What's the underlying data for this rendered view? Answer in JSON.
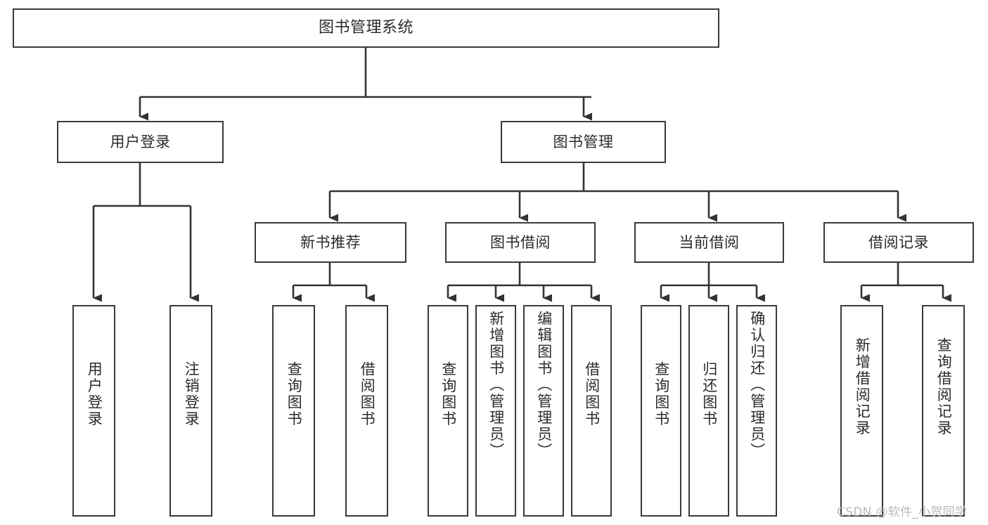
{
  "diagram": {
    "kind": "tree-hierarchy-diagram",
    "root": {
      "id": "root",
      "label": "图书管理系统"
    },
    "level1": [
      {
        "id": "user-login",
        "label": "用户登录"
      },
      {
        "id": "book-manage",
        "label": "图书管理"
      }
    ],
    "level2": [
      {
        "id": "new-book-recommend",
        "label": "新书推荐"
      },
      {
        "id": "book-borrow",
        "label": "图书借阅"
      },
      {
        "id": "current-borrow",
        "label": "当前借阅"
      },
      {
        "id": "borrow-record",
        "label": "借阅记录"
      }
    ],
    "leaves": {
      "user_login": [
        {
          "id": "leaf-user-login",
          "label": "用户登录"
        },
        {
          "id": "leaf-logout-login",
          "label": "注销登录"
        }
      ],
      "new_book_recommend": [
        {
          "id": "leaf-query-book-1",
          "label": "查询图书"
        },
        {
          "id": "leaf-borrow-book-1",
          "label": "借阅图书"
        }
      ],
      "book_borrow": [
        {
          "id": "leaf-query-book-2",
          "label": "查询图书"
        },
        {
          "id": "leaf-add-book",
          "label": "新增图书（管理员）"
        },
        {
          "id": "leaf-edit-book",
          "label": "编辑图书（管理员）"
        },
        {
          "id": "leaf-borrow-book-2",
          "label": "借阅图书"
        }
      ],
      "current_borrow": [
        {
          "id": "leaf-query-book-3",
          "label": "查询图书"
        },
        {
          "id": "leaf-return-book",
          "label": "归还图书"
        },
        {
          "id": "leaf-confirm-return",
          "label": "确认归还（管理员）"
        }
      ],
      "borrow_record": [
        {
          "id": "leaf-add-record",
          "label": "新增借阅记录"
        },
        {
          "id": "leaf-query-record",
          "label": "查询借阅记录"
        }
      ]
    }
  },
  "watermark": {
    "text": "CSDN @软件_小贺同学"
  },
  "colors": {
    "background": "#ffffff",
    "box_border": "#3a3a3a",
    "box_fill": "#ffffff",
    "text": "#2b2b2b",
    "connector": "#333333",
    "watermark_text": "#b9b9b9"
  }
}
